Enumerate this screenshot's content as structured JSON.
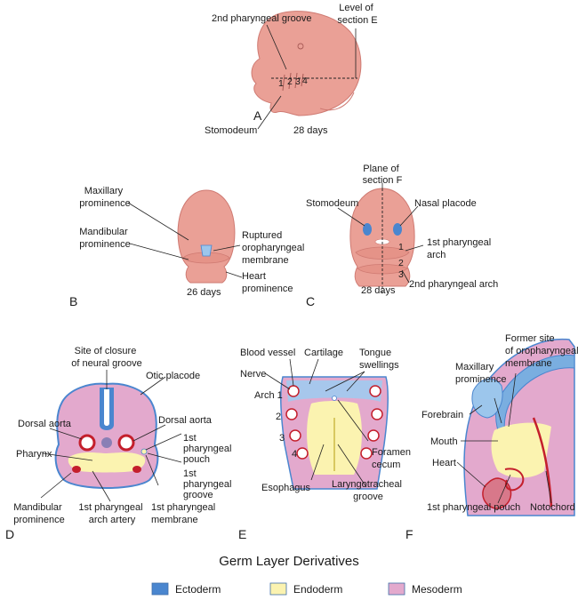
{
  "colors": {
    "ectoderm": "#4a86cf",
    "endoderm": "#fbf3b0",
    "mesoderm": "#e3a9cd",
    "embryo_skin": "#eaa096",
    "embryo_shadow": "#cf7a72",
    "outline": "#3f6fa8",
    "vessel": "#c41f2c"
  },
  "panel_a": {
    "letter": "A",
    "groove_label": "2nd pharyngeal groove",
    "section_label": "Level of section E",
    "stomodeum_label": "Stomodeum",
    "age_label": "28 days",
    "arch_numbers": [
      "1",
      "2",
      "3",
      "4"
    ]
  },
  "panel_b": {
    "letter": "B",
    "maxillary_label": "Maxillary prominence",
    "mandibular_label": "Mandibular prominence",
    "ruptured_label": "Ruptured oropharyngeal membrane",
    "heart_label": "Heart prominence",
    "age_label": "26 days"
  },
  "panel_c": {
    "letter": "C",
    "plane_label": "Plane of section F",
    "stomodeum_label": "Stomodeum",
    "nasal_label": "Nasal placode",
    "arch1_label": "1st pharyngeal arch",
    "arch2_label": "2nd pharyngeal arch",
    "age_label": "28 days",
    "arch_numbers": [
      "1",
      "2",
      "3"
    ]
  },
  "panel_d": {
    "letter": "D",
    "closure_label": "Site of closure of neural groove",
    "otic_label": "Otic placode",
    "aorta_left_label": "Dorsal aorta",
    "aorta_right_label": "Dorsal aorta",
    "pouch_label": "1st pharyngeal pouch",
    "groove_label": "1st pharyngeal groove",
    "pharynx_label": "Pharynx",
    "membrane_label": "1st pharyngeal membrane",
    "mandibular_label": "Mandibular prominence",
    "arch_artery_label": "1st pharyngeal arch artery"
  },
  "panel_e": {
    "letter": "E",
    "vessel_label": "Blood vessel",
    "cartilage_label": "Cartilage",
    "tongue_label": "Tongue swellings",
    "nerve_label": "Nerve",
    "arch1_label": "Arch 1",
    "arch_numbers": [
      "2",
      "3",
      "4"
    ],
    "foramen_label": "Foramen cecum",
    "esophagus_label": "Esophagus",
    "laryngo_label": "Laryngotracheal groove"
  },
  "panel_f": {
    "letter": "F",
    "former_label": "Former site of oropharyngeal membrane",
    "maxillary_label": "Maxillary prominence",
    "forebrain_label": "Forebrain",
    "mouth_label": "Mouth",
    "heart_label": "Heart",
    "pouch_label": "1st pharyngeal pouch",
    "notochord_label": "Notochord"
  },
  "legend": {
    "title": "Germ Layer Derivatives",
    "ectoderm": "Ectoderm",
    "endoderm": "Endoderm",
    "mesoderm": "Mesoderm"
  }
}
